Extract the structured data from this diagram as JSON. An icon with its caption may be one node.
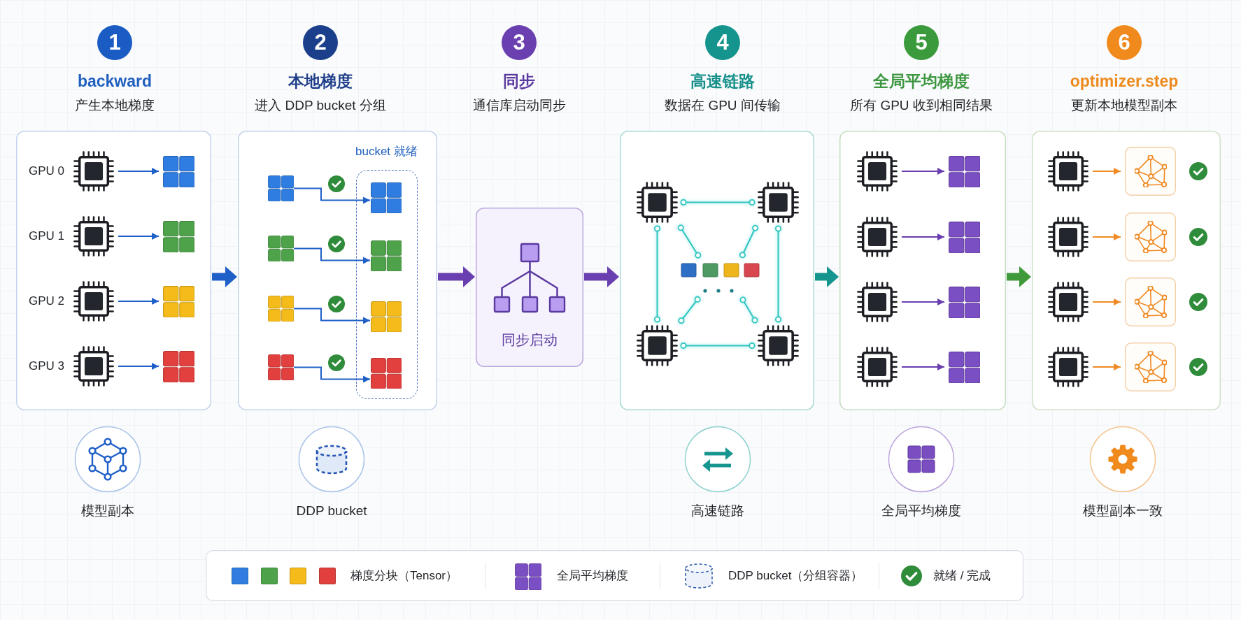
{
  "diagram": {
    "nodes": [
      {
        "text": [
          "1"
        ]
      },
      {
        "text": [
          "backward",
          "产生本地梯度"
        ]
      },
      {
        "text": [],
        "shape": "picture",
        "beside": [
          "GPU 0"
        ],
        "in": 1
      },
      {
        "text": [],
        "shape": "picture",
        "in": 1
      },
      {
        "text": [],
        "shape": "picture",
        "beside": [
          "GPU 1"
        ],
        "in": 1
      },
      {
        "text": [],
        "shape": "picture",
        "in": 1
      },
      {
        "text": [],
        "shape": "picture",
        "beside": [
          "GPU 2"
        ],
        "in": 1
      },
      {
        "text": [],
        "shape": "picture",
        "in": 1
      },
      {
        "text": [],
        "shape": "picture",
        "beside": [
          "GPU 3"
        ],
        "in": 1
      },
      {
        "text": [],
        "shape": "picture",
        "in": 1
      },
      {
        "text": [
          "2"
        ]
      },
      {
        "text": [
          "本地梯度",
          "进入 DDP bucket 分组"
        ]
      },
      {
        "text": [],
        "shape": "picture",
        "in": 11
      },
      {
        "text": [],
        "shape": "picture",
        "in": 11
      },
      {
        "text": [],
        "shape": "picture",
        "in": 11
      },
      {
        "text": [],
        "shape": "picture",
        "in": 11
      },
      {
        "text": [
          "bucket 就绪"
        ],
        "in": 11
      },
      {
        "text": [],
        "shape": "picture",
        "in": 16
      },
      {
        "text": [],
        "shape": "picture",
        "in": 16
      },
      {
        "text": [],
        "shape": "picture",
        "in": 16
      },
      {
        "text": [],
        "shape": "picture",
        "in": 16
      },
      {
        "text": [
          "3"
        ]
      },
      {
        "text": [
          "同步",
          "通信库启动同步",
          "同步启动"
        ]
      },
      {
        "text": [
          "4"
        ]
      },
      {
        "text": [
          "高速链路",
          "数据在 GPU 间传输"
        ]
      },
      {
        "text": [],
        "shape": "picture",
        "in": 24
      },
      {
        "text": [],
        "shape": "picture",
        "in": 24
      },
      {
        "text": [],
        "shape": "picture",
        "in": 24
      },
      {
        "text": [],
        "shape": "picture",
        "in": 24
      },
      {
        "text": [],
        "shape": "picture",
        "in": 24
      },
      {
        "text": [
          "5"
        ]
      },
      {
        "text": [
          "全局平均梯度",
          "所有 GPU 收到相同结果"
        ]
      },
      {
        "text": [],
        "shape": "picture",
        "in": 31
      },
      {
        "text": [],
        "shape": "picture",
        "in": 31
      },
      {
        "text": [],
        "shape": "picture",
        "in": 31
      },
      {
        "text": [],
        "shape": "picture",
        "in": 31
      },
      {
        "text": [],
        "shape": "picture",
        "in": 31
      },
      {
        "text": [],
        "shape": "picture",
        "in": 31
      },
      {
        "text": [],
        "shape": "picture",
        "in": 31
      },
      {
        "text": [],
        "shape": "picture",
        "in": 31
      },
      {
        "text": [
          "6"
        ]
      },
      {
        "text": [
          "optimizer.step",
          "更新本地模型副本"
        ]
      },
      {
        "text": [],
        "shape": "picture",
        "in": 41
      },
      {
        "text": [],
        "shape": "box",
        "in": 41
      },
      {
        "text": [],
        "shape": "picture",
        "in": 41
      },
      {
        "text": [],
        "shape": "box",
        "in": 41
      },
      {
        "text": [],
        "shape": "picture",
        "in": 41
      },
      {
        "text": [],
        "shape": "box",
        "in": 41
      },
      {
        "text": [],
        "shape": "picture",
        "in": 41
      },
      {
        "text": [],
        "shape": "box",
        "in": 41
      }
    ],
    "edges": [
      {
        "from": 1,
        "to": 11,
        "arrow": "to",
        "style": "thick"
      },
      {
        "from": 11,
        "to": 22,
        "arrow": "to",
        "style": "thick",
        "color": "#6a3fb0"
      },
      {
        "from": 22,
        "to": 24,
        "arrow": "to",
        "style": "thick",
        "color": "#6a3fb0"
      },
      {
        "from": 24,
        "to": 31,
        "arrow": "to",
        "style": "thick",
        "color": "#16958f"
      },
      {
        "from": 31,
        "to": 41,
        "arrow": "to",
        "style": "thick",
        "color": "#3f9a3c"
      },
      {
        "from": 2,
        "to": 3,
        "arrow": "to"
      },
      {
        "from": 4,
        "to": 5,
        "arrow": "to"
      },
      {
        "from": 6,
        "to": 7,
        "arrow": "to"
      },
      {
        "from": 8,
        "to": 9,
        "arrow": "to"
      },
      {
        "from": 12,
        "to": 17,
        "arrow": "to"
      },
      {
        "from": 13,
        "to": 18,
        "arrow": "to"
      },
      {
        "from": 14,
        "to": 19,
        "arrow": "to"
      },
      {
        "from": 15,
        "to": 20,
        "arrow": "to"
      },
      {
        "from": 25,
        "to": 26,
        "arrow": "other",
        "color": "#2fc4bf"
      },
      {
        "from": 25,
        "to": 28,
        "arrow": "other",
        "color": "#2fc4bf"
      },
      {
        "from": 26,
        "to": 29,
        "arrow": "other",
        "color": "#2fc4bf"
      },
      {
        "from": 28,
        "to": 29,
        "arrow": "other",
        "color": "#2fc4bf"
      },
      {
        "from": 25,
        "to": 27,
        "arrow": "other",
        "color": "#2fc4bf"
      },
      {
        "from": 26,
        "to": 27,
        "arrow": "other",
        "color": "#2fc4bf"
      },
      {
        "from": 28,
        "to": 27,
        "arrow": "other",
        "color": "#2fc4bf"
      },
      {
        "from": 29,
        "to": 27,
        "arrow": "other",
        "color": "#2fc4bf"
      },
      {
        "from": 32,
        "to": 33,
        "arrow": "to",
        "color": "#6a3fb0"
      },
      {
        "from": 34,
        "to": 35,
        "arrow": "to",
        "color": "#6a3fb0"
      },
      {
        "from": 36,
        "to": 37,
        "arrow": "to",
        "color": "#6a3fb0"
      },
      {
        "from": 38,
        "to": 39,
        "arrow": "to",
        "color": "#6a3fb0"
      },
      {
        "from": 42,
        "to": 43,
        "arrow": "to",
        "color": "#f08a24"
      },
      {
        "from": 44,
        "to": 45,
        "arrow": "to",
        "color": "#f08a24"
      },
      {
        "from": 46,
        "to": 47,
        "arrow": "to",
        "color": "#f08a24"
      },
      {
        "from": 48,
        "to": 49,
        "arrow": "to",
        "color": "#f08a24"
      }
    ],
    "labels": [
      "模型副本",
      "DDP bucket",
      "高速链路",
      "全局平均梯度",
      "模型副本一致"
    ],
    "legend": [
      {
        "text": "梯度分块（Tensor）"
      },
      {
        "text": "全局平均梯度"
      },
      {
        "text": "DDP bucket（分组容器）"
      },
      {
        "text": "就绪 / 完成"
      }
    ]
  }
}
